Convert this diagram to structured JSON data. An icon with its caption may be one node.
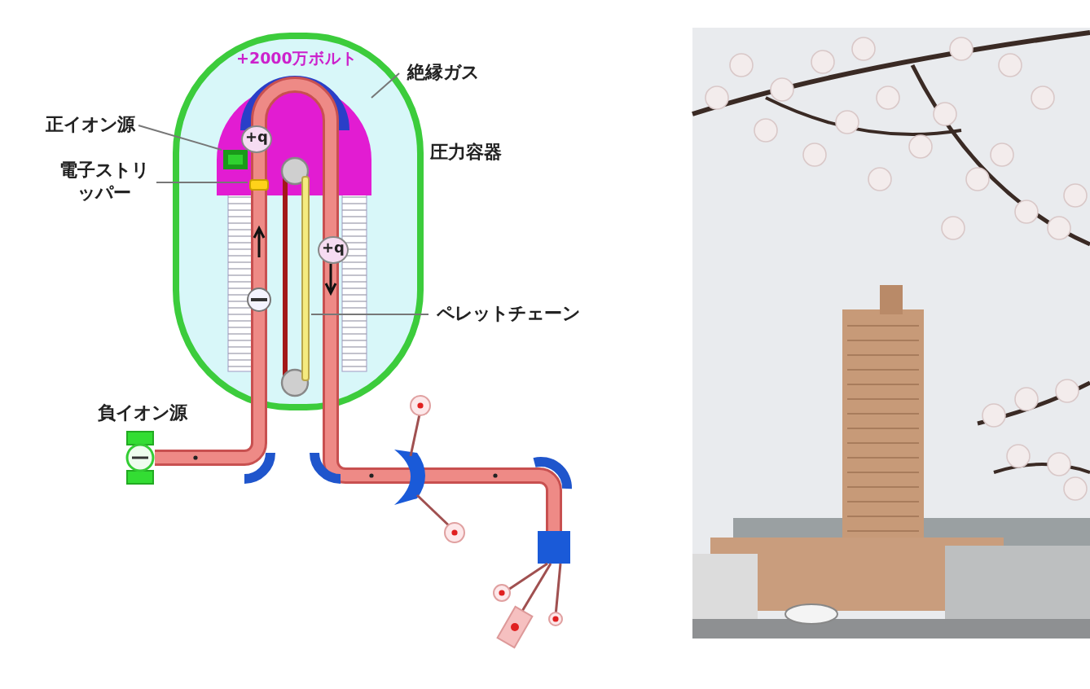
{
  "diagram": {
    "nodes": [
      {
        "text": [
          "絶縁ガス"
        ]
      },
      {
        "text": [
          "正イオン源"
        ]
      },
      {
        "text": [],
        "shape": "box"
      },
      {
        "text": [
          "電子ストリッパー"
        ]
      },
      {
        "text": [],
        "shape": "bar"
      },
      {
        "text": [
          "ペレットチェーン"
        ]
      },
      {
        "text": [],
        "shape": "bar"
      }
    ],
    "edges": [
      {
        "from": 0,
        "to": null,
        "arrow": "none"
      },
      {
        "from": 1,
        "to": 2,
        "arrow": "none"
      },
      {
        "from": 3,
        "to": 4,
        "arrow": "none"
      },
      {
        "from": 5,
        "to": 6,
        "arrow": "none"
      }
    ],
    "labels": [
      "+2000万ボルト",
      "圧力容器",
      "+q",
      "+q",
      "負イオン源"
    ]
  }
}
